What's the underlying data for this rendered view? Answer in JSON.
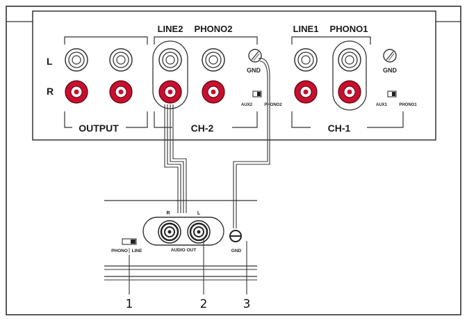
{
  "mixer_panel": {
    "side_labels": {
      "left": "L",
      "right": "R"
    },
    "output_label": "OUTPUT",
    "ch2": {
      "input_line": "LINE2",
      "input_phono": "PHONO2",
      "group_label": "CH-2",
      "gnd_label": "GND",
      "switch_left": "AUX2",
      "switch_right": "PHONO2"
    },
    "ch1": {
      "input_line": "LINE1",
      "input_phono": "PHONO1",
      "group_label": "CH-1",
      "gnd_label": "GND",
      "switch_left": "AUX1",
      "switch_right": "PHONO1"
    }
  },
  "turntable": {
    "switch_left": "PHONO",
    "switch_right": "LINE",
    "jack_r": "R",
    "jack_l": "L",
    "audio_out_label": "AUDIO OUT",
    "gnd_label": "GND"
  },
  "callouts": [
    "1",
    "2",
    "3"
  ],
  "colors": {
    "rca_red": "#c8102e",
    "line": "#333333",
    "panel_bg": "#ffffff"
  }
}
